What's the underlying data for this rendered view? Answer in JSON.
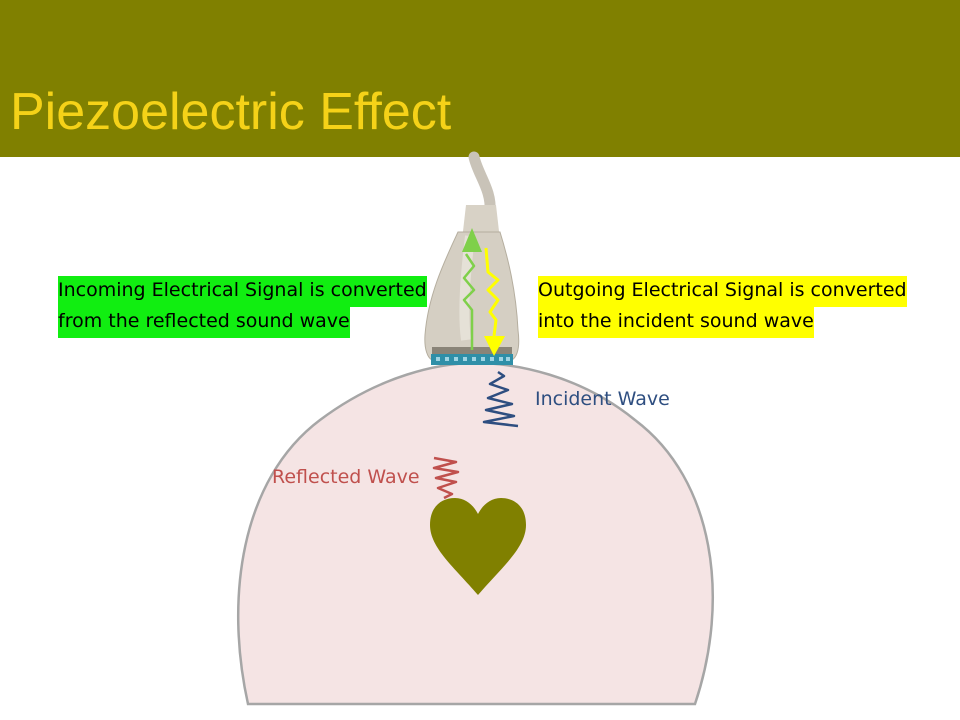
{
  "title": "Piezoelectric Effect",
  "labels": {
    "incoming_line1": "Incoming Electrical Signal is converted",
    "incoming_line2": "from the reflected sound wave",
    "outgoing_line1": "Outgoing Electrical Signal is converted",
    "outgoing_line2": "into the incident sound wave",
    "incident_wave": "Incident Wave",
    "reflected_wave": "Reflected Wave"
  },
  "colors": {
    "title_bar": "#808000",
    "title_text": "#f5d218",
    "incoming_highlight": "#11ee11",
    "outgoing_highlight": "#ffff00",
    "incident_wave": "#2e4e80",
    "reflected_wave": "#c0504d",
    "heart": "#808000",
    "body_dome": "#f5e4e4"
  },
  "icons": {
    "probe": "ultrasound-probe-icon",
    "heart": "heart-icon",
    "up_arrow": "green-up-arrow-icon",
    "down_arrow": "yellow-down-arrow-icon"
  }
}
